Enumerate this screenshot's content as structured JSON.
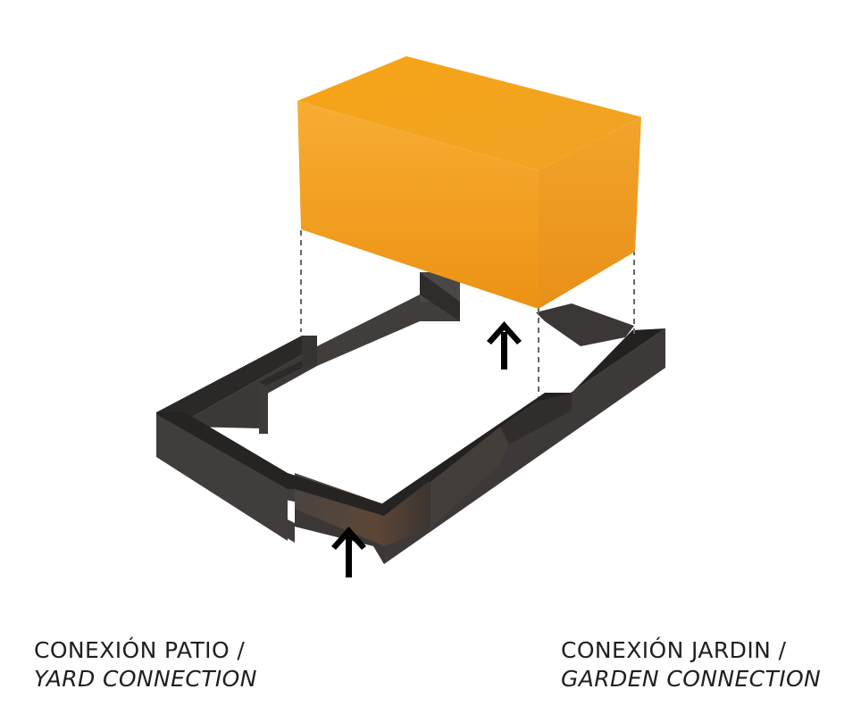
{
  "captions": {
    "left": {
      "line1": "CONEXIÓN PATIO /",
      "line2": "YARD CONNECTION"
    },
    "right": {
      "line1": "CONEXIÓN JARDIN /",
      "line2": "GARDEN CONNECTION"
    }
  },
  "colors": {
    "box_top": "#f5a21f",
    "box_front": "#f0a020",
    "box_side": "#ed9a12",
    "wall_outer": "#3f3c3b",
    "wall_top": "#2a2827",
    "wall_inner": "#5a4a40",
    "dash": "#666666",
    "arrow": "#000000",
    "text": "#1f1f1f"
  }
}
